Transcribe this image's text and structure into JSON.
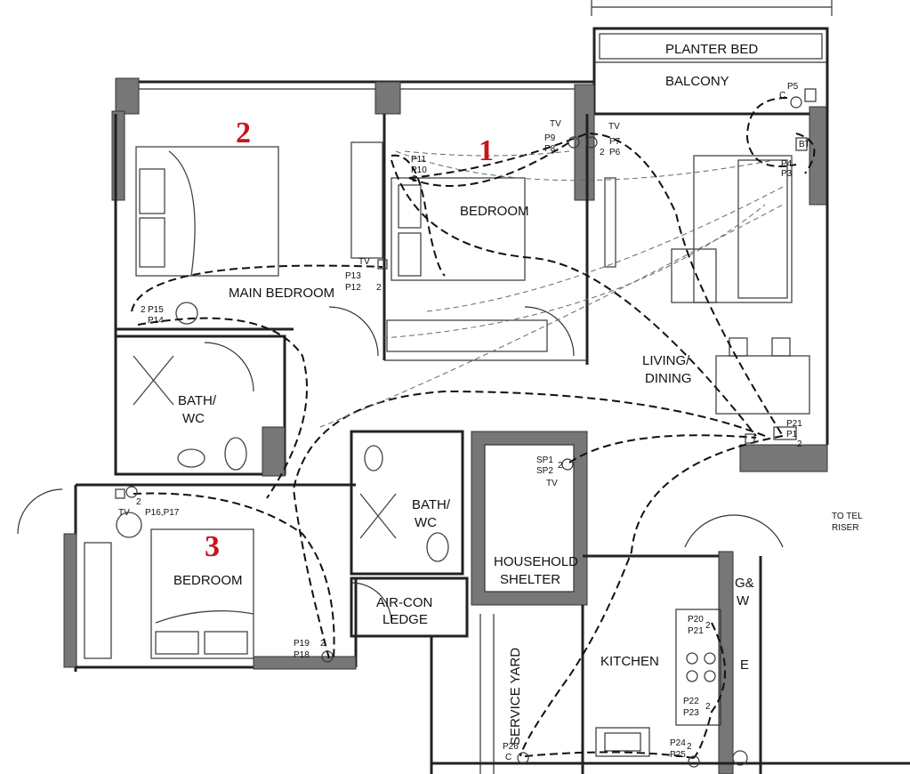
{
  "rooms": {
    "planter_bed": "PLANTER BED",
    "balcony": "BALCONY",
    "bedroom_1": "BEDROOM",
    "main_bedroom": "MAIN BEDROOM",
    "living_line1": "LIVING/",
    "living_line2": "DINING",
    "bath1_line1": "BATH/",
    "bath1_line2": "WC",
    "bath2_line1": "BATH/",
    "bath2_line2": "WC",
    "shelter_line1": "HOUSEHOLD",
    "shelter_line2": "SHELTER",
    "aircon_line1": "AIR-CON",
    "aircon_line2": "LEDGE",
    "bedroom_3": "BEDROOM",
    "service_yard": "SERVICE YARD",
    "kitchen": "KITCHEN",
    "gw_line1": "G&",
    "gw_line2": "W",
    "tel_riser_line1": "TO TEL",
    "tel_riser_line2": "RISER"
  },
  "markers": {
    "num_1": "1",
    "num_2": "2",
    "num_3": "3"
  },
  "points": {
    "p5": "P5",
    "p9": "P9",
    "p8": "P8",
    "p7": "P7",
    "p6": "P6",
    "p11": "P11",
    "p10": "P10",
    "p13": "P13",
    "p12": "P12",
    "p15": "P15",
    "p14": "P14",
    "p4": "P4",
    "p3": "P3",
    "p21": "P21",
    "p1": "P1",
    "sp1": "SP1",
    "sp2": "SP2",
    "p16p17": "P16,P17",
    "p19": "P19",
    "p18": "P18",
    "p20": "P20",
    "p21k": "P21",
    "p22": "P22",
    "p23": "P23",
    "p24": "P24",
    "p25": "P25",
    "p26": "P26",
    "tv": "TV",
    "bt": "BT",
    "c": "C",
    "two": "2",
    "e": "E"
  },
  "colors": {
    "marker_red": "#c8141c",
    "wall_hatch": "#777777"
  }
}
